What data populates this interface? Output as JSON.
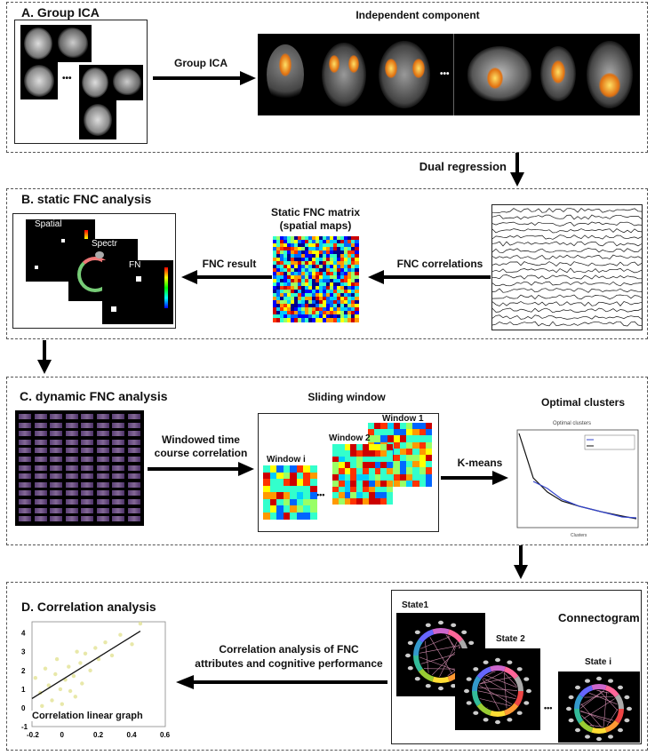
{
  "panelA": {
    "title": "A. Group ICA",
    "arrow_label": "Group ICA",
    "component_label": "Independent component",
    "ellipsis": "•••"
  },
  "dual_regression": "Dual regression",
  "panelB": {
    "title": "B. static FNC analysis",
    "matrix_label_line1": "Static FNC matrix",
    "matrix_label_line2": "(spatial maps)",
    "fnc_correlations": "FNC correlations",
    "fnc_result": "FNC result",
    "card_spatial": "Spatial",
    "card_spectr": "Spectr",
    "card_fn": "FN"
  },
  "panelC": {
    "title": "C. dynamic FNC  analysis",
    "windowed_line1": "Windowed time",
    "windowed_line2": "course correlation",
    "sliding_window": "Sliding window",
    "window_i": "Window i",
    "window_2": "Window 2",
    "window_1": "Window 1",
    "kmeans": "K-means",
    "optimal_clusters": "Optimal clusters",
    "ellipsis": "•••"
  },
  "panelD": {
    "title": "D. Correlation analysis",
    "arrow_line1": "Correlation analysis of FNC",
    "arrow_line2": "attributes and cognitive performance",
    "connectogram": "Connectogram",
    "state1": "State1",
    "state2": "State 2",
    "statei": "State  i",
    "graph_label": "Correlation linear graph",
    "ellipsis": "•••"
  },
  "chart_data": {
    "type": "scatter",
    "x_ticks": [
      "-0.2",
      "0",
      "0.2",
      "0.4",
      "0.6"
    ],
    "y_ticks": [
      "-1",
      "0",
      "1",
      "2",
      "3",
      "4"
    ],
    "xlim": [
      -0.2,
      0.6
    ],
    "ylim": [
      -1,
      4.6
    ],
    "points": [
      [
        -0.18,
        1.6
      ],
      [
        -0.15,
        0.8
      ],
      [
        -0.12,
        2.1
      ],
      [
        -0.1,
        1.2
      ],
      [
        -0.08,
        0.4
      ],
      [
        -0.06,
        1.8
      ],
      [
        -0.05,
        2.6
      ],
      [
        -0.03,
        1.0
      ],
      [
        -0.02,
        0.2
      ],
      [
        0.0,
        1.5
      ],
      [
        0.02,
        2.2
      ],
      [
        0.03,
        0.9
      ],
      [
        0.05,
        1.7
      ],
      [
        0.07,
        3.0
      ],
      [
        0.09,
        2.4
      ],
      [
        0.1,
        1.3
      ],
      [
        0.12,
        2.9
      ],
      [
        0.15,
        2.0
      ],
      [
        0.18,
        3.2
      ],
      [
        0.2,
        2.6
      ],
      [
        0.24,
        3.5
      ],
      [
        0.28,
        2.8
      ],
      [
        0.33,
        3.9
      ],
      [
        0.4,
        3.4
      ],
      [
        0.45,
        4.5
      ],
      [
        -0.07,
        -0.6
      ],
      [
        -0.14,
        0.1
      ],
      [
        0.06,
        0.6
      ]
    ],
    "fit_line": [
      [
        -0.2,
        0.5
      ],
      [
        0.45,
        4.1
      ]
    ],
    "grid": false
  }
}
